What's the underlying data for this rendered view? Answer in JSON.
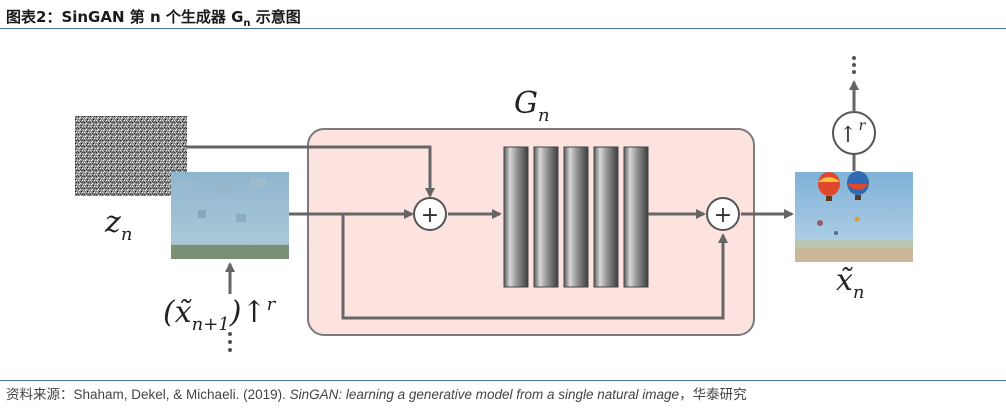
{
  "title": {
    "prefix": "图表2：",
    "main": "SinGAN 第 n 个生成器 G",
    "sub": "n",
    "suffix": " 示意图"
  },
  "diagram": {
    "generator_label": "G",
    "generator_sub": "n",
    "noise_label": "z",
    "noise_sub": "n",
    "input_label_open": "(x̃",
    "input_label_sub": "n+1",
    "input_label_close": ")↑",
    "input_label_sup": "r",
    "output_label": "x̃",
    "output_sub": "n",
    "upsample_label": "↑",
    "upsample_sup": "r",
    "plus_symbol": "+",
    "conv_block_count": 5
  },
  "footer": {
    "source_prefix": "资料来源：Shaham, Dekel, & Michaeli. (2019). ",
    "paper_title": "SinGAN: learning a generative model from a single natural image",
    "source_suffix": "，华泰研究"
  },
  "colors": {
    "generator_box_fill": "#fde3e0",
    "generator_box_stroke": "#7a7a7a",
    "arrow": "#666666",
    "rule": "#4a6fa5"
  }
}
